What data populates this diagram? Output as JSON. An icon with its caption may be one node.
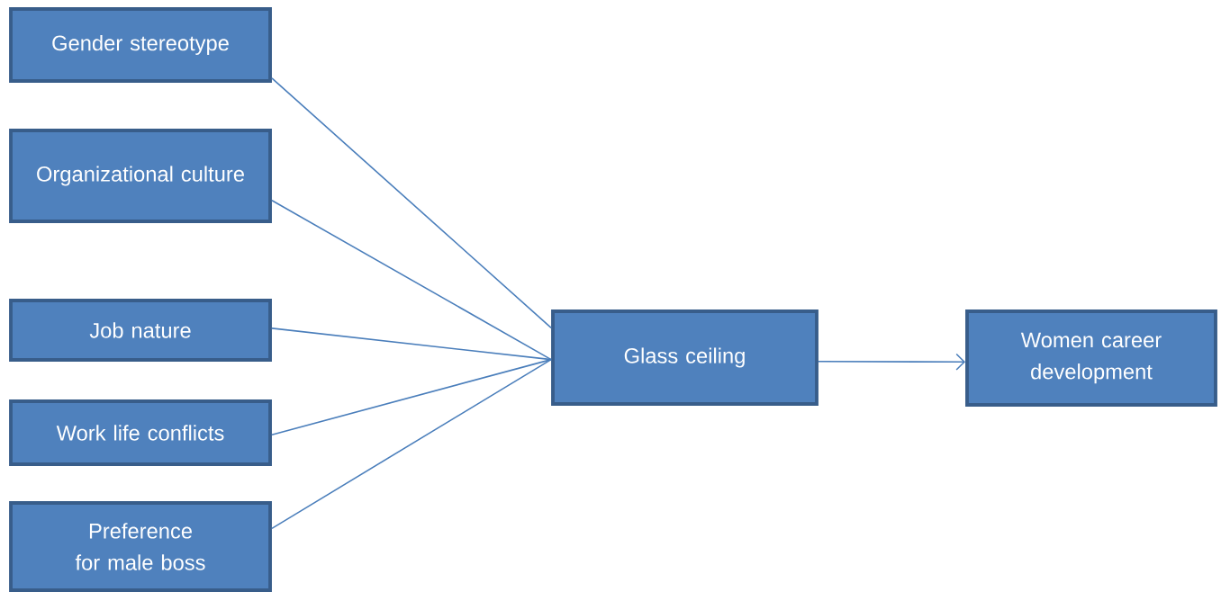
{
  "diagram": {
    "nodes": [
      {
        "text": [
          "Gender stereotype"
        ]
      },
      {
        "text": [
          "Organizational culture"
        ]
      },
      {
        "text": [
          "Job nature"
        ]
      },
      {
        "text": [
          "Work life conflicts"
        ]
      },
      {
        "text": [
          "Preference for male boss"
        ]
      },
      {
        "text": [
          "Glass ceiling"
        ]
      },
      {
        "text": [
          "Women career development"
        ]
      }
    ],
    "edges": [
      {
        "from": 0,
        "to": 5,
        "arrow": "none"
      },
      {
        "from": 1,
        "to": 5,
        "arrow": "none"
      },
      {
        "from": 2,
        "to": 5,
        "arrow": "none"
      },
      {
        "from": 3,
        "to": 5,
        "arrow": "none"
      },
      {
        "from": 4,
        "to": 5,
        "arrow": "none"
      },
      {
        "from": 5,
        "to": 6,
        "arrow": "to"
      }
    ]
  }
}
